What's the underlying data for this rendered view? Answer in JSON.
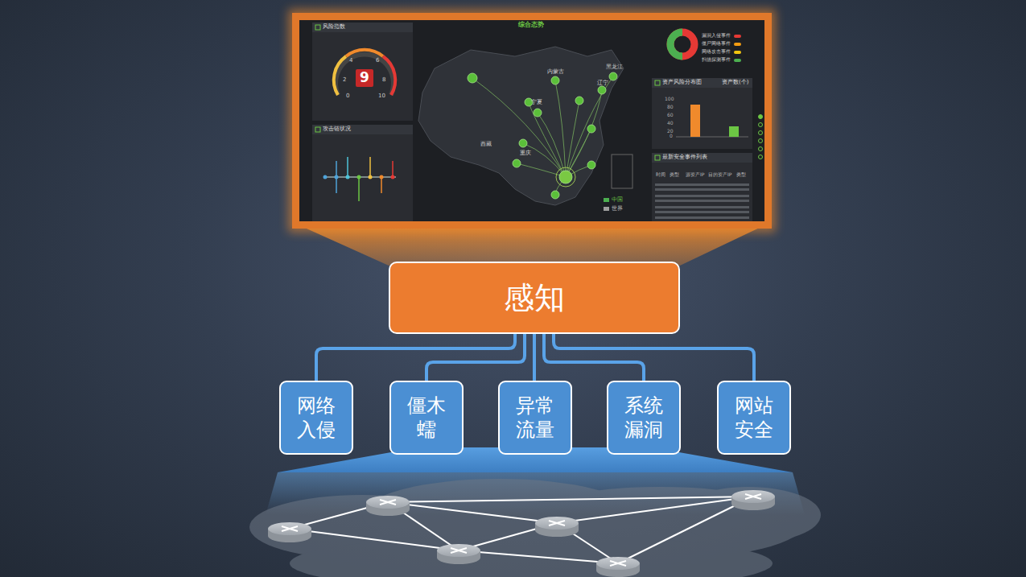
{
  "diagram": {
    "nodes": [
      {
        "text": [
          "感知"
        ]
      },
      {
        "text": [
          "网络入侵"
        ]
      },
      {
        "text": [
          "僵木蠕"
        ]
      },
      {
        "text": [
          "异常流量"
        ]
      },
      {
        "text": [
          "系统漏洞"
        ]
      },
      {
        "text": [
          "网站安全"
        ]
      }
    ],
    "edges": [
      {
        "from": 0,
        "to": 1,
        "arrow": "none"
      },
      {
        "from": 0,
        "to": 2,
        "arrow": "none"
      },
      {
        "from": 0,
        "to": 3,
        "arrow": "none"
      },
      {
        "from": 0,
        "to": 4,
        "arrow": "none"
      },
      {
        "from": 0,
        "to": 5,
        "arrow": "none"
      }
    ],
    "labels": [
      "综合态势",
      "风险指数",
      "9",
      "攻击链状况",
      "资产风险分布图",
      "资产数(个)",
      "100",
      "80",
      "60",
      "40",
      "20",
      "0",
      "最新安全事件列表",
      "时间",
      "类型",
      "源资产IP",
      "目的资产IP",
      "类型",
      "西藏",
      "内蒙古",
      "黑龙江",
      "辽宁",
      "宁夏",
      "重庆",
      "0",
      "2",
      "4",
      "6",
      "8",
      "10"
    ],
    "legend": [
      {
        "text": "漏洞入侵事件",
        "color": "#e53935"
      },
      {
        "text": "僵尸网络事件",
        "color": "#f39c12"
      },
      {
        "text": "网络攻击事件",
        "color": "#f1c40f"
      },
      {
        "text": "扫描探测事件",
        "color": "#4caf50"
      },
      {
        "text": "中国",
        "color": "#4caf50"
      },
      {
        "text": "世界",
        "color": "#9e9e9e"
      }
    ]
  }
}
